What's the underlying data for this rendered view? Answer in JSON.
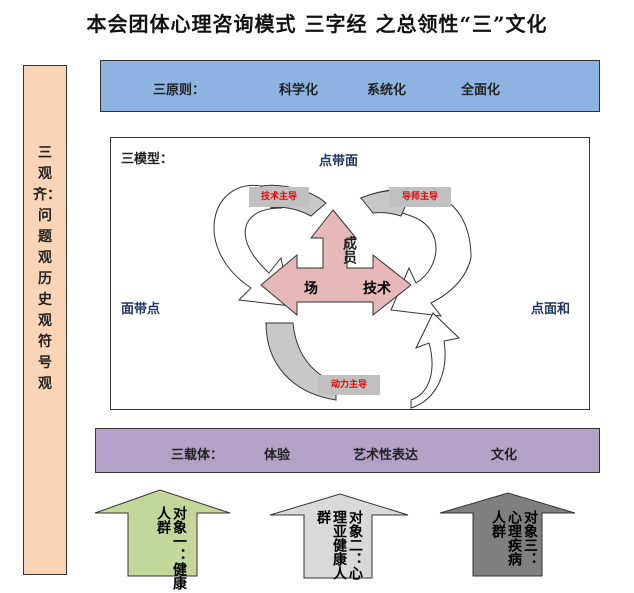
{
  "title": "本会团体心理咨询模式 三字经  之总领性“三”文化",
  "left_panel": {
    "text": "三观齐：问题观 历史观 符号观"
  },
  "principles": {
    "label": "三原则：",
    "items": [
      "科学化",
      "系统化",
      "全面化"
    ]
  },
  "model": {
    "label": "三模型：",
    "top": "点带面",
    "left": "面带点",
    "right": "点面和",
    "center": {
      "up": "成员",
      "left": "场",
      "right": "技术"
    },
    "cycle_tags": [
      "技术主导",
      "导师主导",
      "动力主导"
    ]
  },
  "carriers": {
    "label": "三载体：",
    "items": [
      "体验",
      "艺术性表达",
      "文化"
    ]
  },
  "targets": [
    {
      "text": "对象一：健康人群",
      "color": "#c4d79b"
    },
    {
      "text": "对象二：心理亚健康人群",
      "color": "#d9d9d9"
    },
    {
      "text": "对象三：心理疾病人群",
      "color": "#7f7f7f"
    }
  ]
}
